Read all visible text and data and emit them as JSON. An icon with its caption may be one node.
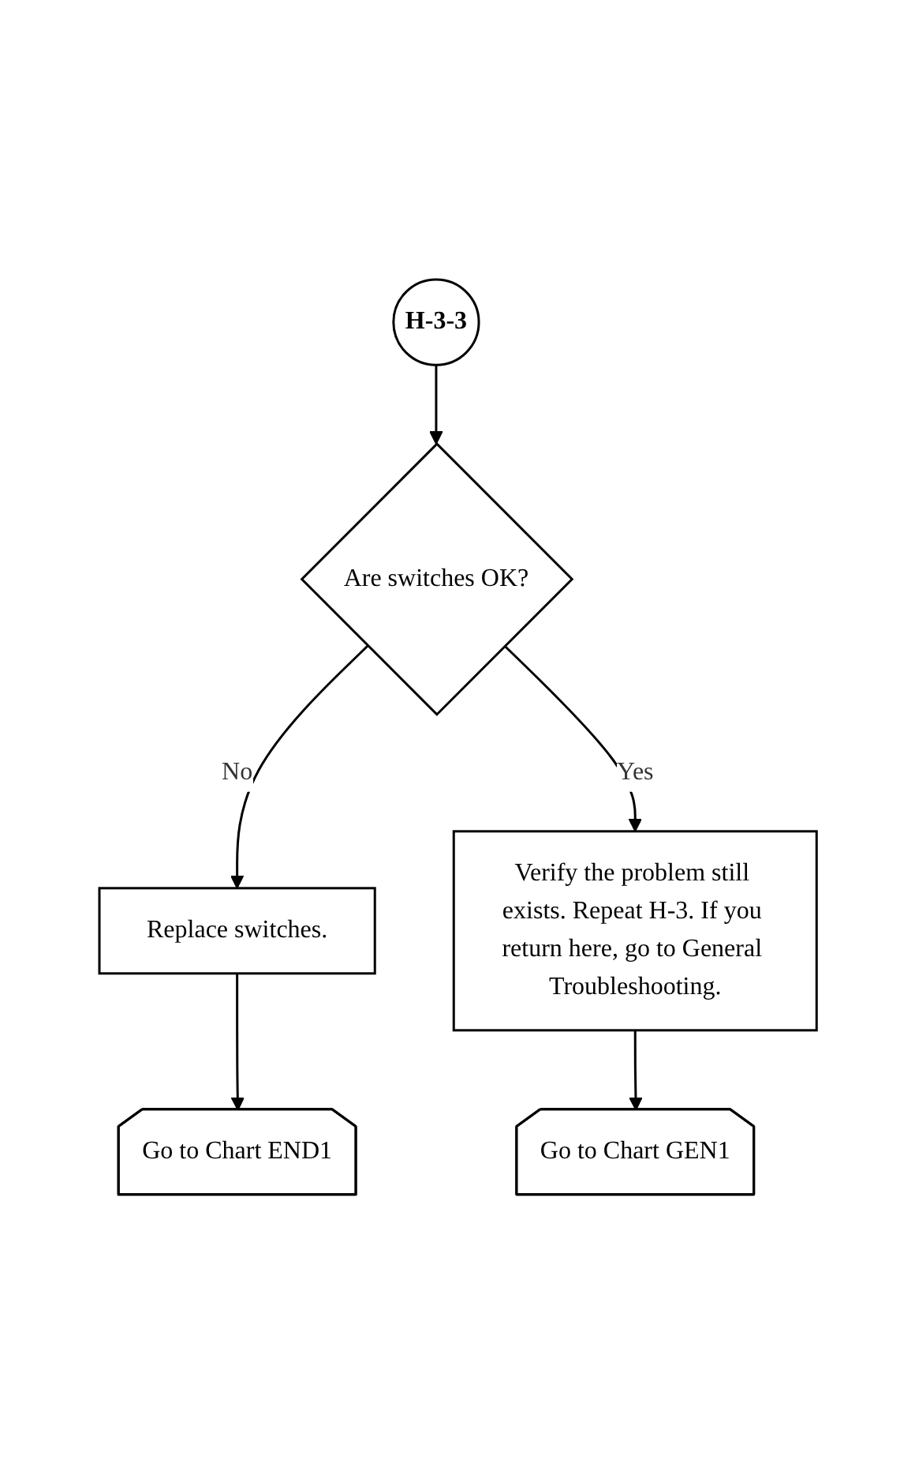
{
  "diagram": {
    "nodes": [
      {
        "text": [
          "H-3-3"
        ]
      },
      {
        "text": [
          "Are switches OK?"
        ]
      },
      {
        "text": [
          "Replace switches."
        ]
      },
      {
        "text": [
          "Verify the problem still exists. Repeat H-3. If you return here, go to General Troubleshooting."
        ]
      },
      {
        "text": [
          "Go to Chart END1"
        ]
      },
      {
        "text": [
          "Go to Chart GEN1"
        ]
      }
    ],
    "edges": [
      {
        "from": 0,
        "to": 1,
        "arrow": "to"
      },
      {
        "from": 1,
        "to": 2,
        "arrow": "to",
        "label": "No"
      },
      {
        "from": 2,
        "to": 4,
        "arrow": "to"
      },
      {
        "from": 1,
        "to": 3,
        "arrow": "to",
        "label": "Yes"
      },
      {
        "from": 3,
        "to": 5,
        "arrow": "to"
      }
    ]
  }
}
